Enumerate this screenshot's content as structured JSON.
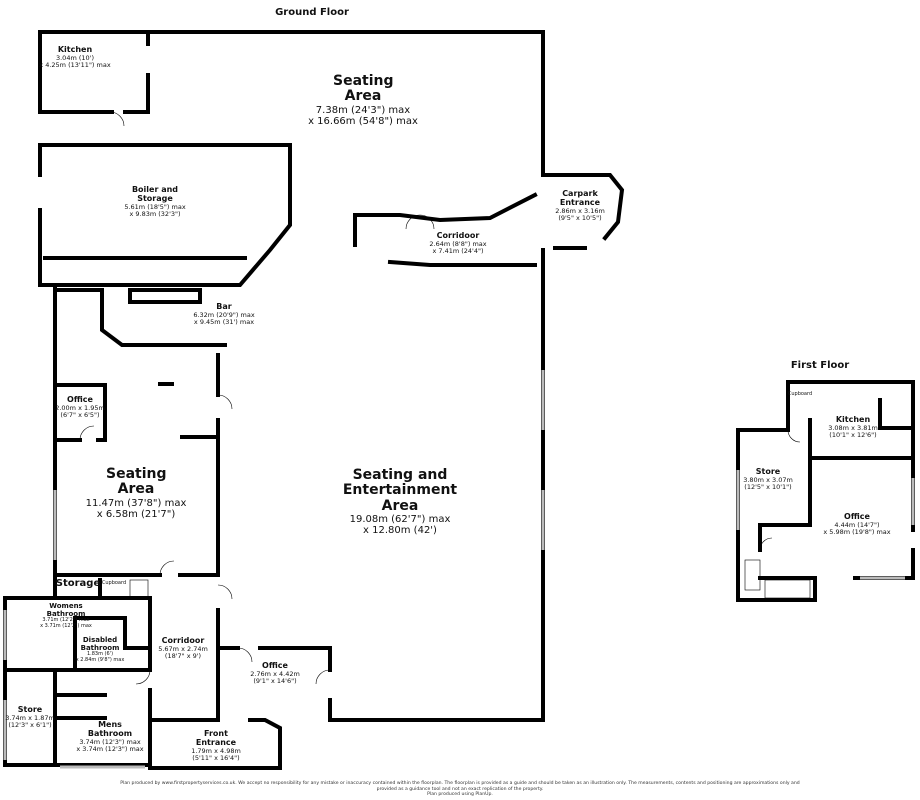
{
  "floors": {
    "ground": {
      "title": "Ground Floor",
      "rooms": [
        {
          "name": "Kitchen",
          "dims": "3.04m (10')",
          "dims2": "x 4.25m (13'11\") max"
        },
        {
          "name": "Seating Area",
          "dims": "7.38m (24'3\") max",
          "dims2": "x 16.66m (54'8\") max"
        },
        {
          "name": "Boiler and Storage",
          "dims": "5.61m (18'5\") max",
          "dims2": "x 9.83m (32'3\")"
        },
        {
          "name": "Carpark Entrance",
          "dims": "2.86m x 3.16m",
          "dims2": "(9'5\" x 10'5\")"
        },
        {
          "name": "Corridoor",
          "dims": "2.64m (8'8\") max",
          "dims2": "x 7.41m (24'4\")"
        },
        {
          "name": "Bar",
          "dims": "6.32m (20'9\") max",
          "dims2": "x 9.45m (31') max"
        },
        {
          "name": "Office",
          "dims": "2.00m x 1.95m",
          "dims2": "(6'7\" x 6'5\")"
        },
        {
          "name": "Seating Area",
          "dims": "11.47m (37'8\") max",
          "dims2": "x 6.58m (21'7\")"
        },
        {
          "name": "Seating and Entertainment Area",
          "dims": "19.08m (62'7\") max",
          "dims2": "x 12.80m (42')"
        },
        {
          "name": "Storage",
          "dims": "",
          "dims2": ""
        },
        {
          "name": "Cupboard",
          "dims": "",
          "dims2": ""
        },
        {
          "name": "Womens Bathroom",
          "dims": "3.71m (12'2\") max",
          "dims2": "x 3.71m (12'2\") max"
        },
        {
          "name": "Disabled Bathroom",
          "dims": "1.83m (6')",
          "dims2": "x 2.84m (9'8\") max"
        },
        {
          "name": "Corridoor",
          "dims": "5.67m x 2.74m",
          "dims2": "(18'7\" x 9')"
        },
        {
          "name": "Office",
          "dims": "2.76m x 4.42m",
          "dims2": "(9'1\" x 14'6\")"
        },
        {
          "name": "Store",
          "dims": "3.74m x 1.87m",
          "dims2": "(12'3\" x 6'1\")"
        },
        {
          "name": "Mens Bathroom",
          "dims": "3.74m (12'3\") max",
          "dims2": "x 3.74m (12'3\") max"
        },
        {
          "name": "Front Entrance",
          "dims": "1.79m x 4.98m",
          "dims2": "(5'11\" x 16'4\")"
        }
      ]
    },
    "first": {
      "title": "First Floor",
      "rooms": [
        {
          "name": "Cupboard",
          "dims": "",
          "dims2": ""
        },
        {
          "name": "Kitchen",
          "dims": "3.08m x 3.81m",
          "dims2": "(10'1\" x 12'6\")"
        },
        {
          "name": "Store",
          "dims": "3.80m x 3.07m",
          "dims2": "(12'5\" x 10'1\")"
        },
        {
          "name": "Office",
          "dims": "4.44m (14'7\")",
          "dims2": "x 5.98m (19'8\") max"
        }
      ]
    }
  },
  "disclaimer": {
    "line1": "Plan produced by www.firstpropertyservices.co.uk. We accept no responsibility for any mistake or inaccuracy contained within the floorplan. The floorplan is provided as a guide and should be taken as an illustration only. The measurements, contents and positioning are approximations only and",
    "line2": "provided as a guidance tool and not an exact replication of the property.",
    "line3": "Plan produced using PlanUp."
  },
  "colors": {
    "wall": "#000000",
    "window": "#bbbbbb",
    "background": "#ffffff"
  }
}
